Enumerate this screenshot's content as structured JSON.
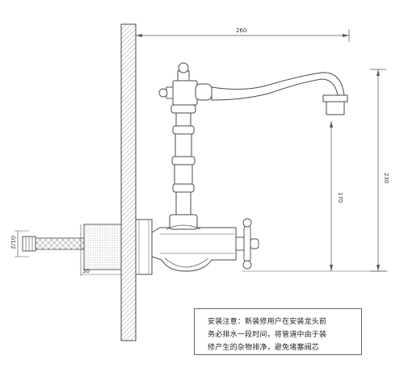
{
  "dimensions": {
    "reach": "260",
    "height": "230",
    "spout_clearance": "170",
    "wall_offset": "30",
    "thread": "G1/2"
  },
  "note": {
    "line1": "安装注意：新装修用户在安装龙头前",
    "line2": "务必排水一段时间，将管道中由于装",
    "line3": "修产生的杂物排净，避免堵塞阀芯"
  },
  "colors": {
    "line": "#4a4a4a",
    "dim_line": "#555555",
    "wall_hatch": "#777777"
  }
}
